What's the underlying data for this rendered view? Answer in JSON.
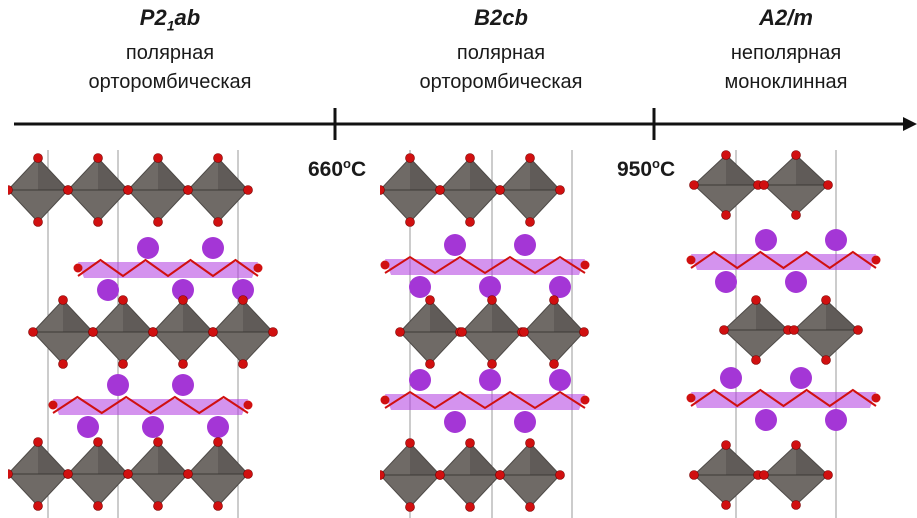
{
  "phases": [
    {
      "symbol_main": "P2",
      "symbol_sub": "1",
      "symbol_rest": "ab",
      "polarity": "полярная",
      "system": "орторомбическая"
    },
    {
      "symbol_main": "B2cb",
      "symbol_sub": "",
      "symbol_rest": "",
      "polarity": "полярная",
      "system": "орторомбическая"
    },
    {
      "symbol_main": "A2/m",
      "symbol_sub": "",
      "symbol_rest": "",
      "polarity": "неполярная",
      "system": "моноклинная"
    }
  ],
  "transitions": [
    {
      "value": "660",
      "deg": "o",
      "unit": "C"
    },
    {
      "value": "950",
      "deg": "o",
      "unit": "C"
    }
  ],
  "colors": {
    "octahedron": "#6f6a66",
    "octahedron_dark": "#4e4a47",
    "oxygen": "#d01010",
    "cation": "#a436d6",
    "cation_plane": "#b03ae0",
    "line": "#111111"
  }
}
